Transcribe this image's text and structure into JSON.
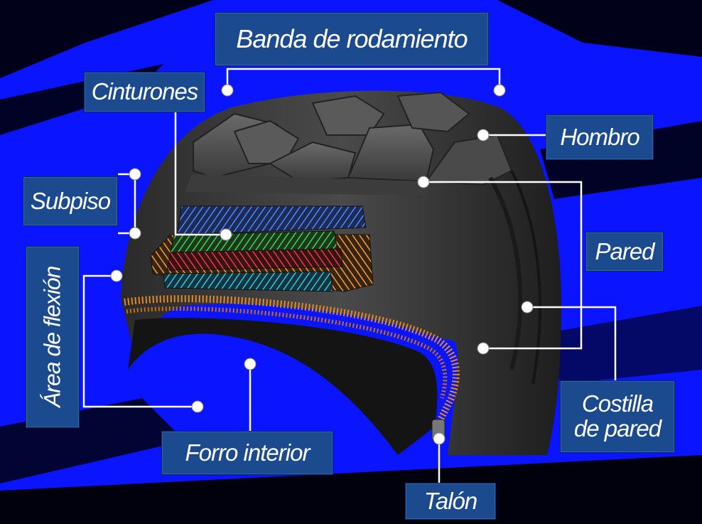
{
  "labels": {
    "banda": "Banda de rodamiento",
    "cinturones": "Cinturones",
    "hombro": "Hombro",
    "subpiso": "Subpiso",
    "pared": "Pared",
    "area_flexion": "Área de flexión",
    "costilla": "Costilla\nde pared",
    "forro": "Forro interior",
    "talon": "Talón"
  },
  "colors": {
    "background_blue": "#0a14ff",
    "label_box": "#1b4b8e",
    "label_text": "#ffffff",
    "leader_line": "#ffffff",
    "belt_blue": "#3a6fd8",
    "belt_green": "#3fae4a",
    "belt_red": "#c8343a",
    "belt_cyan": "#2fb0c8",
    "belt_orange": "#e08a2a"
  }
}
